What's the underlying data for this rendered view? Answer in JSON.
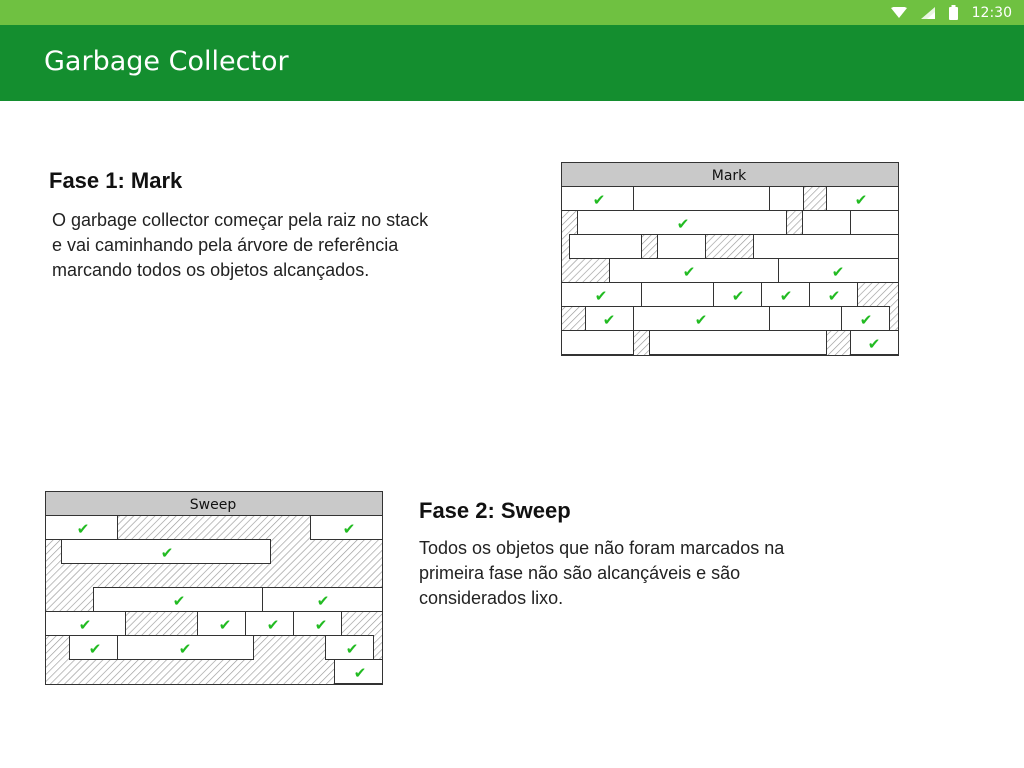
{
  "status_bar": {
    "time": "12:30",
    "icons": [
      "wifi-icon",
      "signal-icon",
      "battery-icon"
    ]
  },
  "app_bar": {
    "title": "Garbage Collector"
  },
  "sections": [
    {
      "heading": "Fase 1: Mark",
      "lines": [
        "O garbage collector começar pela raiz no stack",
        "e vai caminhando pela árvore de referência",
        "marcando todos os objetos alcançados."
      ]
    },
    {
      "heading": "Fase 2: Sweep",
      "lines": [
        "Todos os objetos que não foram marcados na",
        "primeira fase não são alcançáveis e são",
        "considerados lixo."
      ]
    }
  ],
  "diagrams": {
    "mark": {
      "title": "Mark"
    },
    "sweep": {
      "title": "Sweep"
    }
  },
  "colors": {
    "status_bar": "#6fc141",
    "app_bar": "#148e2f",
    "check": "#22bb22",
    "header_fill": "#c9c9c9"
  }
}
